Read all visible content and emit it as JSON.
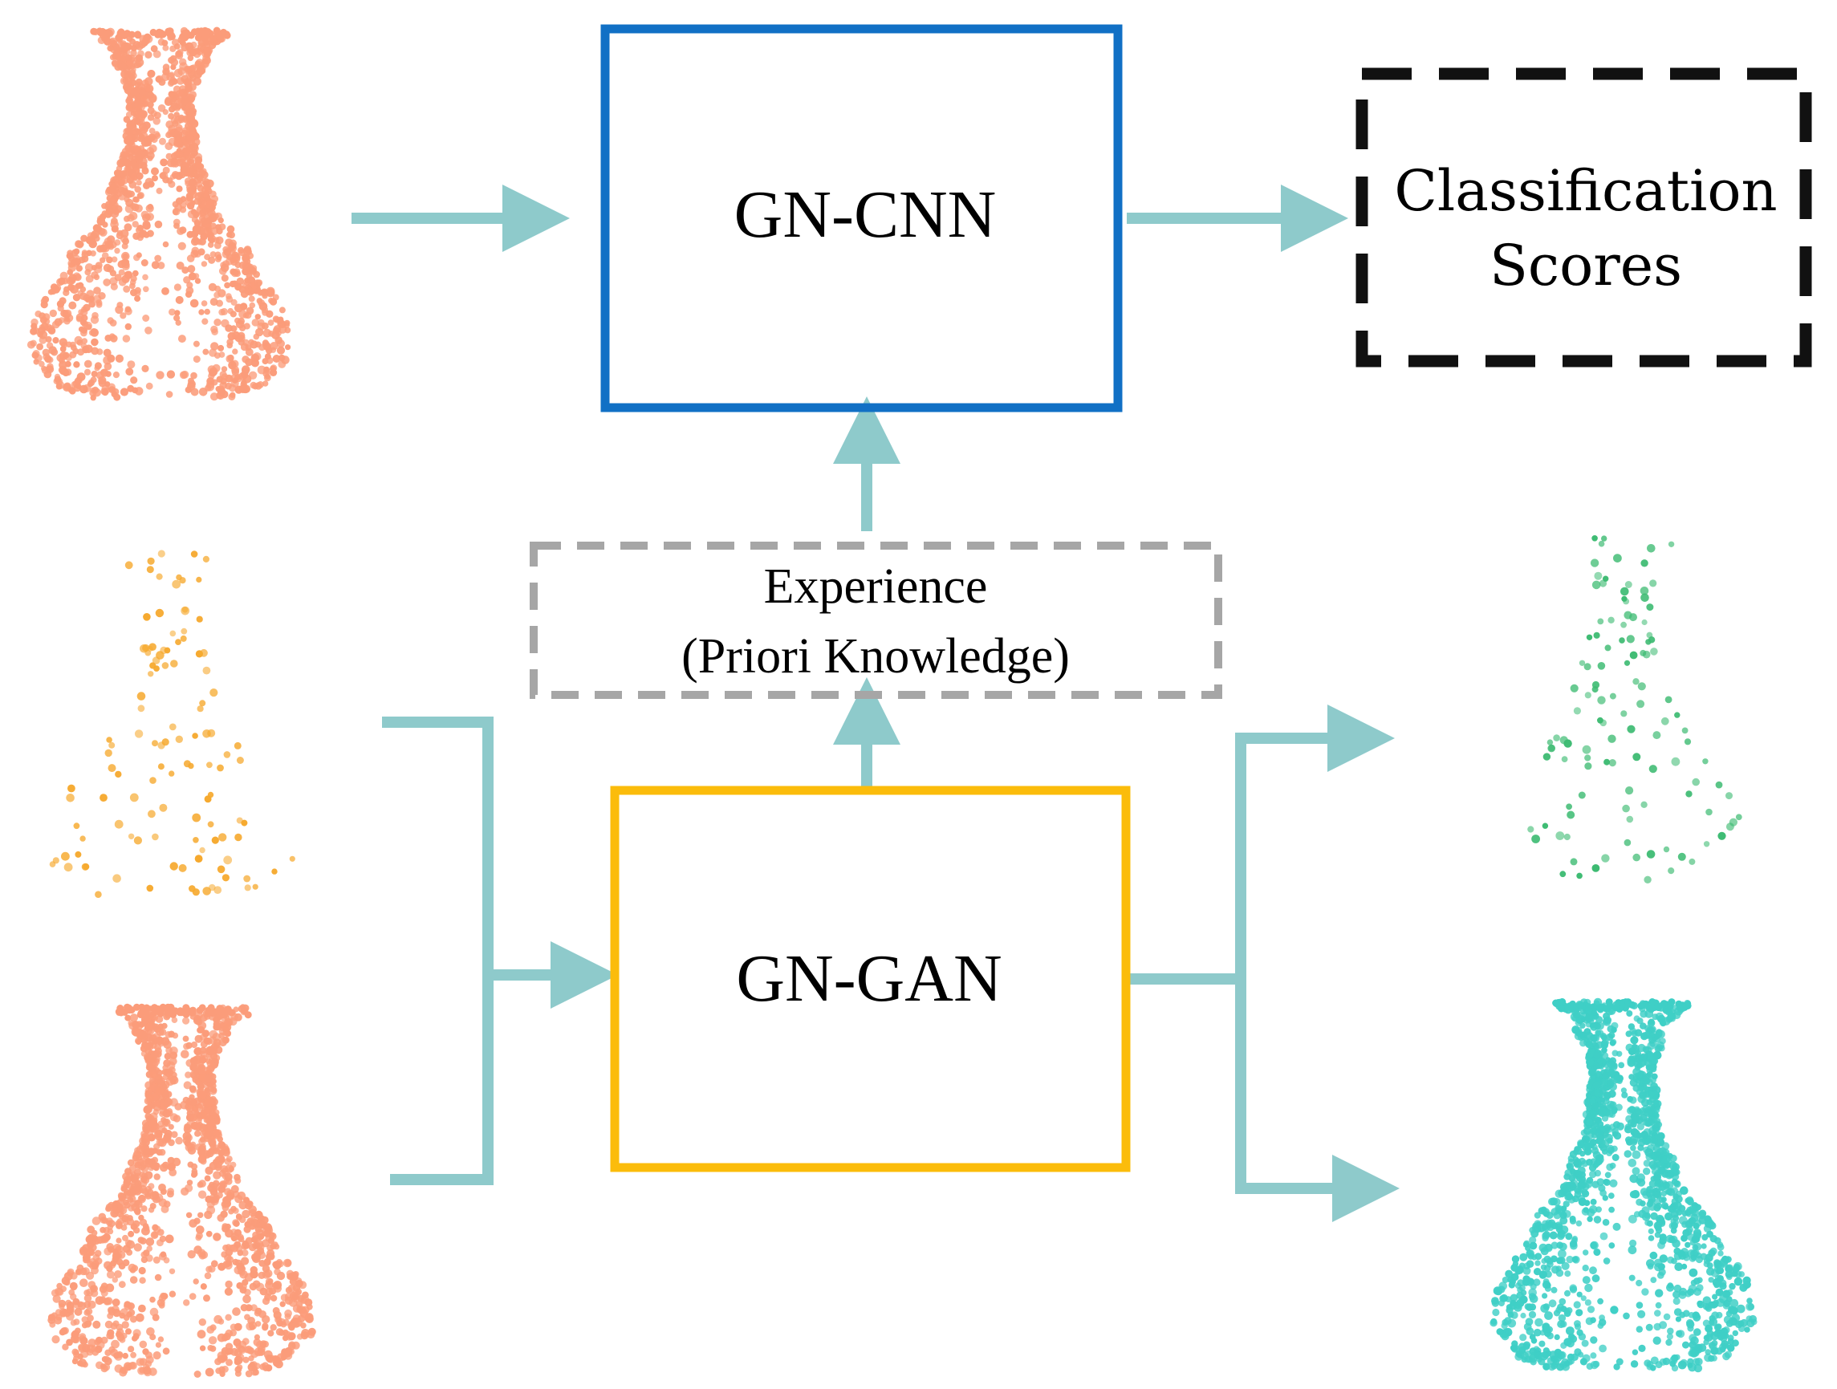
{
  "boxes": {
    "gn_cnn": {
      "label": "GN-CNN",
      "border_color": "#1170c5"
    },
    "classification": {
      "line1": "Classification",
      "line2": "Scores",
      "border_color": "#111111"
    },
    "experience": {
      "line1": "Experience",
      "line2": "(Priori Knowledge)",
      "border_color": "#a6a6a6"
    },
    "gn_gan": {
      "label": "GN-GAN",
      "border_color": "#fbbc0b"
    }
  },
  "colors": {
    "arrow": "#8ecacb",
    "point_cloud_full_input": "#fb9c7a",
    "point_cloud_sparse_input": "#f6a92e",
    "point_cloud_sparse_output": "#3dbb72",
    "point_cloud_full_output": "#3fcfc6"
  },
  "point_clouds": [
    {
      "name": "input-full-vase-top",
      "kind": "full",
      "color_key": "point_cloud_full_input"
    },
    {
      "name": "input-sparse-vase",
      "kind": "sparse",
      "color_key": "point_cloud_sparse_input"
    },
    {
      "name": "input-full-vase-bottom",
      "kind": "full",
      "color_key": "point_cloud_full_input"
    },
    {
      "name": "output-sparse-vase",
      "kind": "sparse",
      "color_key": "point_cloud_sparse_output"
    },
    {
      "name": "output-full-vase",
      "kind": "full",
      "color_key": "point_cloud_full_output"
    }
  ]
}
